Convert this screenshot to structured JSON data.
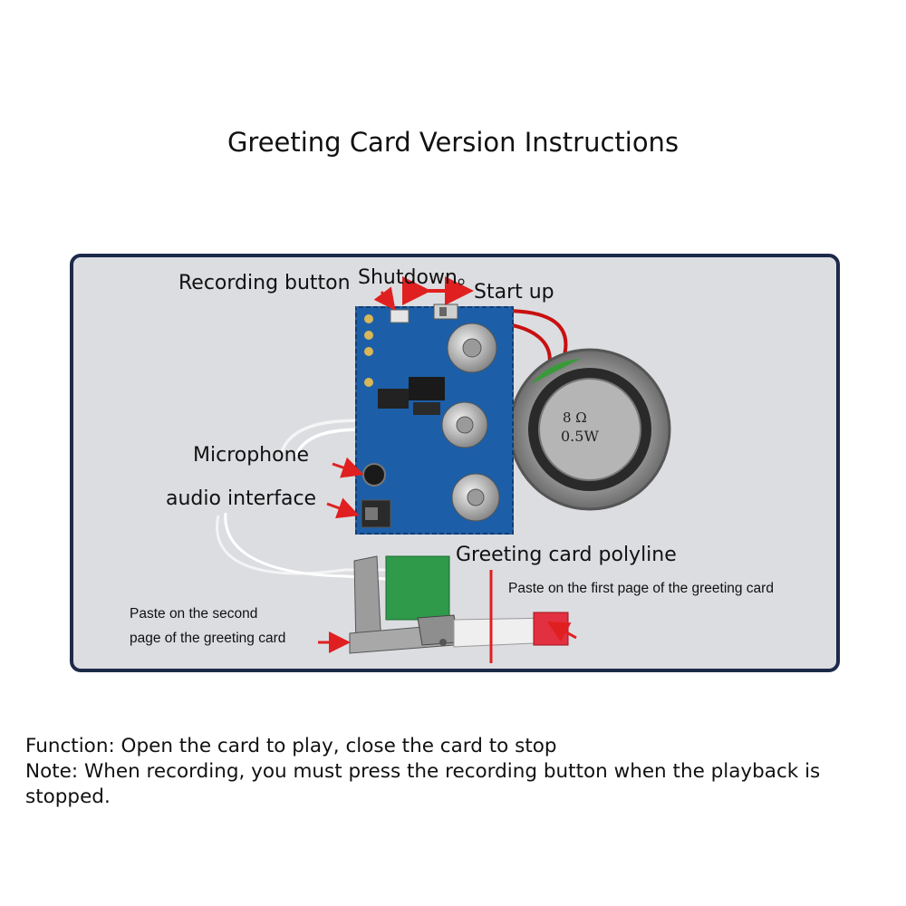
{
  "title": "Greeting Card Version Instructions",
  "labels": {
    "recording_button": "Recording button",
    "shutdown": "Shutdown。",
    "start_up": "Start up",
    "microphone": "Microphone",
    "audio_interface": "audio interface",
    "polyline": "Greeting card polyline",
    "first_page": "Paste on the first page of the greeting card",
    "second_page_line1": "Paste on the second",
    "second_page_line2": "page of the greeting card"
  },
  "speaker": {
    "ohm": "8 Ω",
    "watt": "0.5W"
  },
  "footer": {
    "function": "Function: Open the card to play, close the card to stop",
    "note": "Note: When recording, you must press the recording button when the playback is stopped."
  },
  "colors": {
    "pcb": "#1c5fa8",
    "arrow": "#e02020",
    "frame": "#1c2a4a",
    "panel": "#dcdde1"
  }
}
